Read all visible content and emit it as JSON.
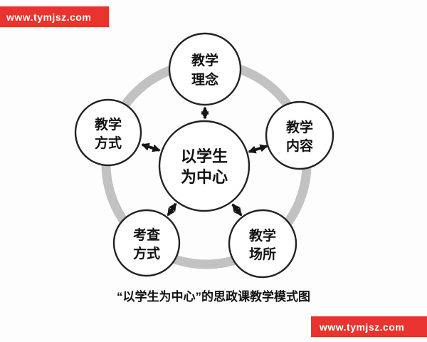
{
  "banners": {
    "top": "www.tymjsz.com",
    "bottom": "www.tymjsz.com",
    "color": "#e8332e"
  },
  "diagram": {
    "ring_color": "#c2c2c2",
    "center": {
      "line1": "以学生",
      "line2": "为中心"
    },
    "nodes": [
      {
        "id": "top",
        "line1": "教学",
        "line2": "理念"
      },
      {
        "id": "left",
        "line1": "教学",
        "line2": "方式"
      },
      {
        "id": "right",
        "line1": "教学",
        "line2": "内容"
      },
      {
        "id": "bottom_left",
        "line1": "考查",
        "line2": "方式"
      },
      {
        "id": "bottom_right",
        "line1": "教学",
        "line2": "场所"
      }
    ]
  },
  "caption": "“以学生为中心”的思政课教学模式图"
}
